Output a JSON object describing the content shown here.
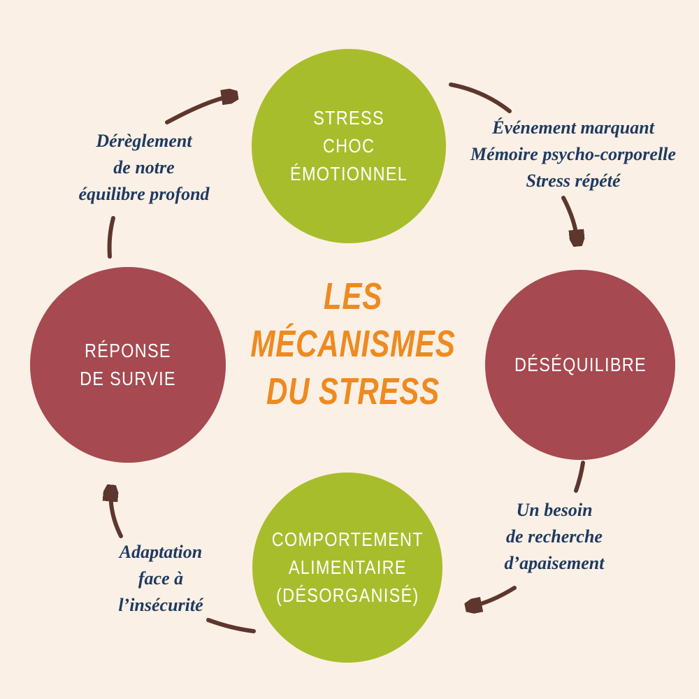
{
  "title": {
    "lines": [
      "LES",
      "MÉCANISMES",
      "DU STRESS"
    ]
  },
  "nodes": {
    "top": {
      "lines": [
        "STRESS",
        "CHOC",
        "ÉMOTIONNEL"
      ]
    },
    "right": {
      "lines": [
        "DÉSÉQUILIBRE"
      ]
    },
    "bottom": {
      "lines": [
        "COMPORTEMENT",
        "ALIMENTAIRE",
        "(DÉSORGANISÉ)"
      ]
    },
    "left": {
      "lines": [
        "RÉPONSE",
        "DE SURVIE"
      ]
    }
  },
  "labels": {
    "top_left": {
      "lines": [
        "Dérèglement",
        "de notre",
        "équilibre profond"
      ]
    },
    "top_right": {
      "lines": [
        "Événement marquant",
        "Mémoire psycho-corporelle",
        "Stress répété"
      ]
    },
    "bottom_right": {
      "lines": [
        "Un besoin",
        "de recherche",
        "d’apaisement"
      ]
    },
    "bottom_left": {
      "lines": [
        "Adaptation",
        "face à",
        "l’insécurité"
      ]
    }
  },
  "colors": {
    "background": "#fbf0e5",
    "node_green": "#a8bd2b",
    "node_red": "#a64950",
    "node_text": "#ffffff",
    "title_text": "#ee8a20",
    "label_text": "#1e3a61",
    "arrow": "#5d362e"
  }
}
